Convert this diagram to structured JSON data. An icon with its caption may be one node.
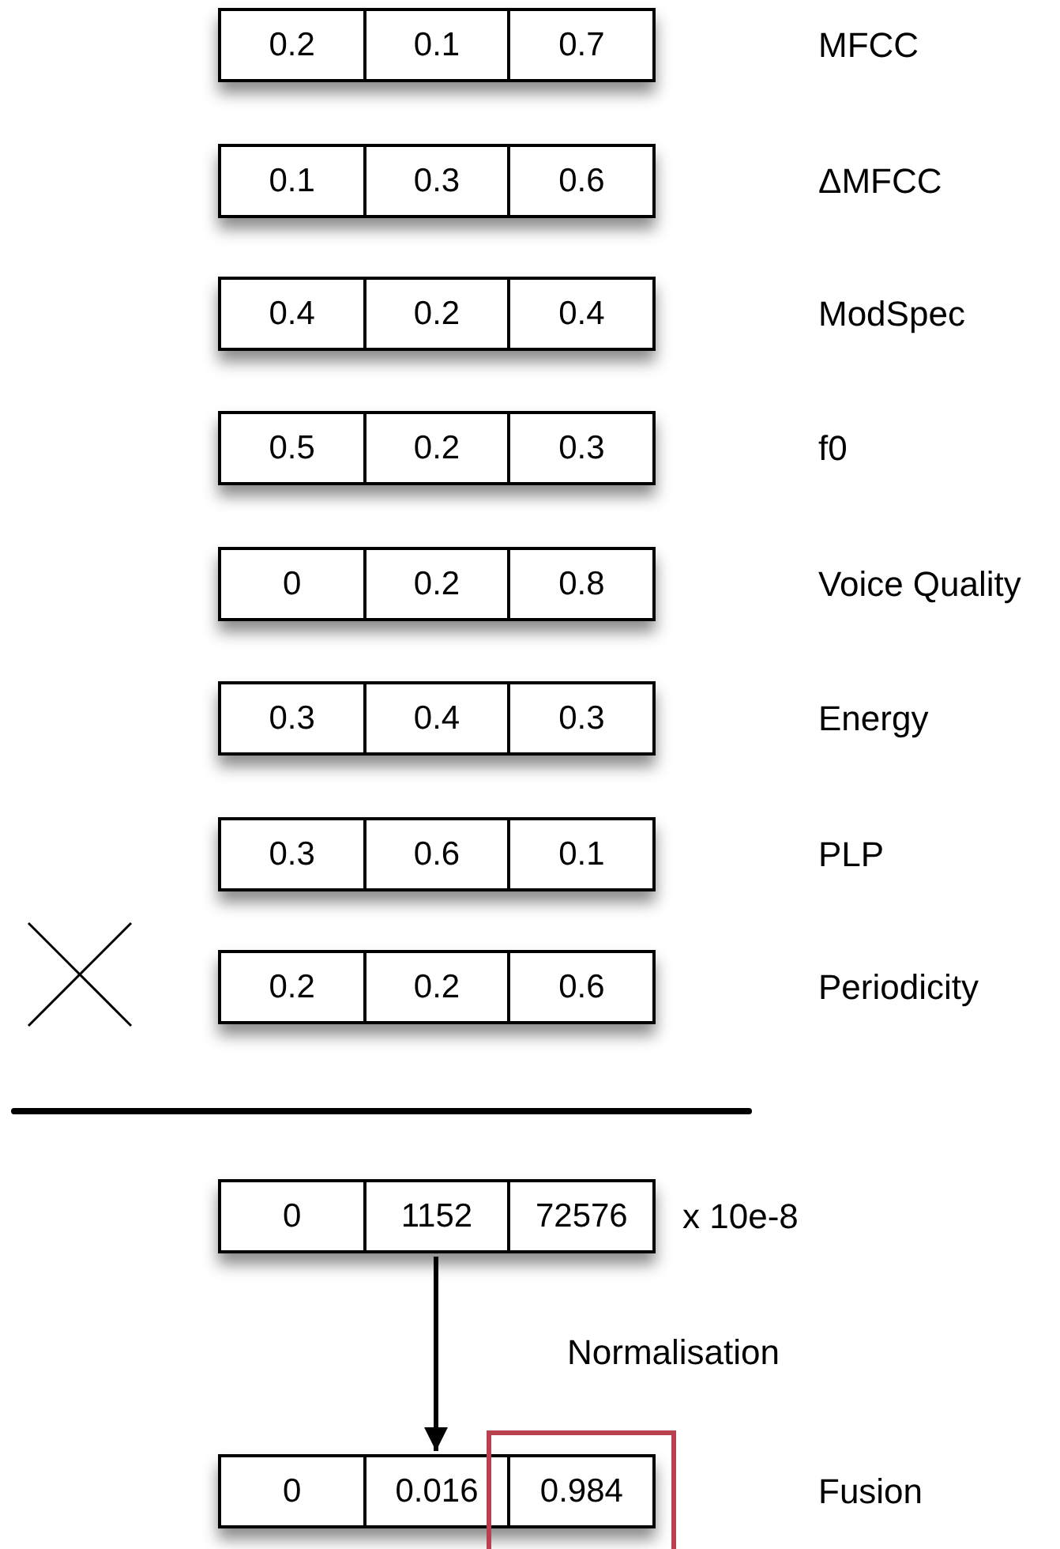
{
  "diagram": {
    "nodes": [
      {
        "text": [
          "0.2",
          "0.1",
          "0.7"
        ]
      },
      {
        "text": [
          "0.1",
          "0.3",
          "0.6"
        ]
      },
      {
        "text": [
          "0.4",
          "0.2",
          "0.4"
        ]
      },
      {
        "text": [
          "0.5",
          "0.2",
          "0.3"
        ]
      },
      {
        "text": [
          "0",
          "0.2",
          "0.8"
        ]
      },
      {
        "text": [
          "0.3",
          "0.4",
          "0.3"
        ]
      },
      {
        "text": [
          "0.3",
          "0.6",
          "0.1"
        ]
      },
      {
        "text": [
          "0.2",
          "0.2",
          "0.6"
        ]
      },
      {
        "text": [
          "0",
          "1152",
          "72576"
        ],
        "beside": [
          "x 10e-8"
        ]
      },
      {
        "text": [
          "0",
          "0.016",
          "0.984"
        ]
      }
    ],
    "edges": [
      {
        "from": 8,
        "to": 9,
        "arrow": "to",
        "label": "Normalisation"
      }
    ],
    "labels": [
      "MFCC",
      "ΔMFCC",
      "ModSpec",
      "f0",
      "Voice Quality",
      "Energy",
      "PLP",
      "Periodicity",
      "Fusion"
    ]
  }
}
